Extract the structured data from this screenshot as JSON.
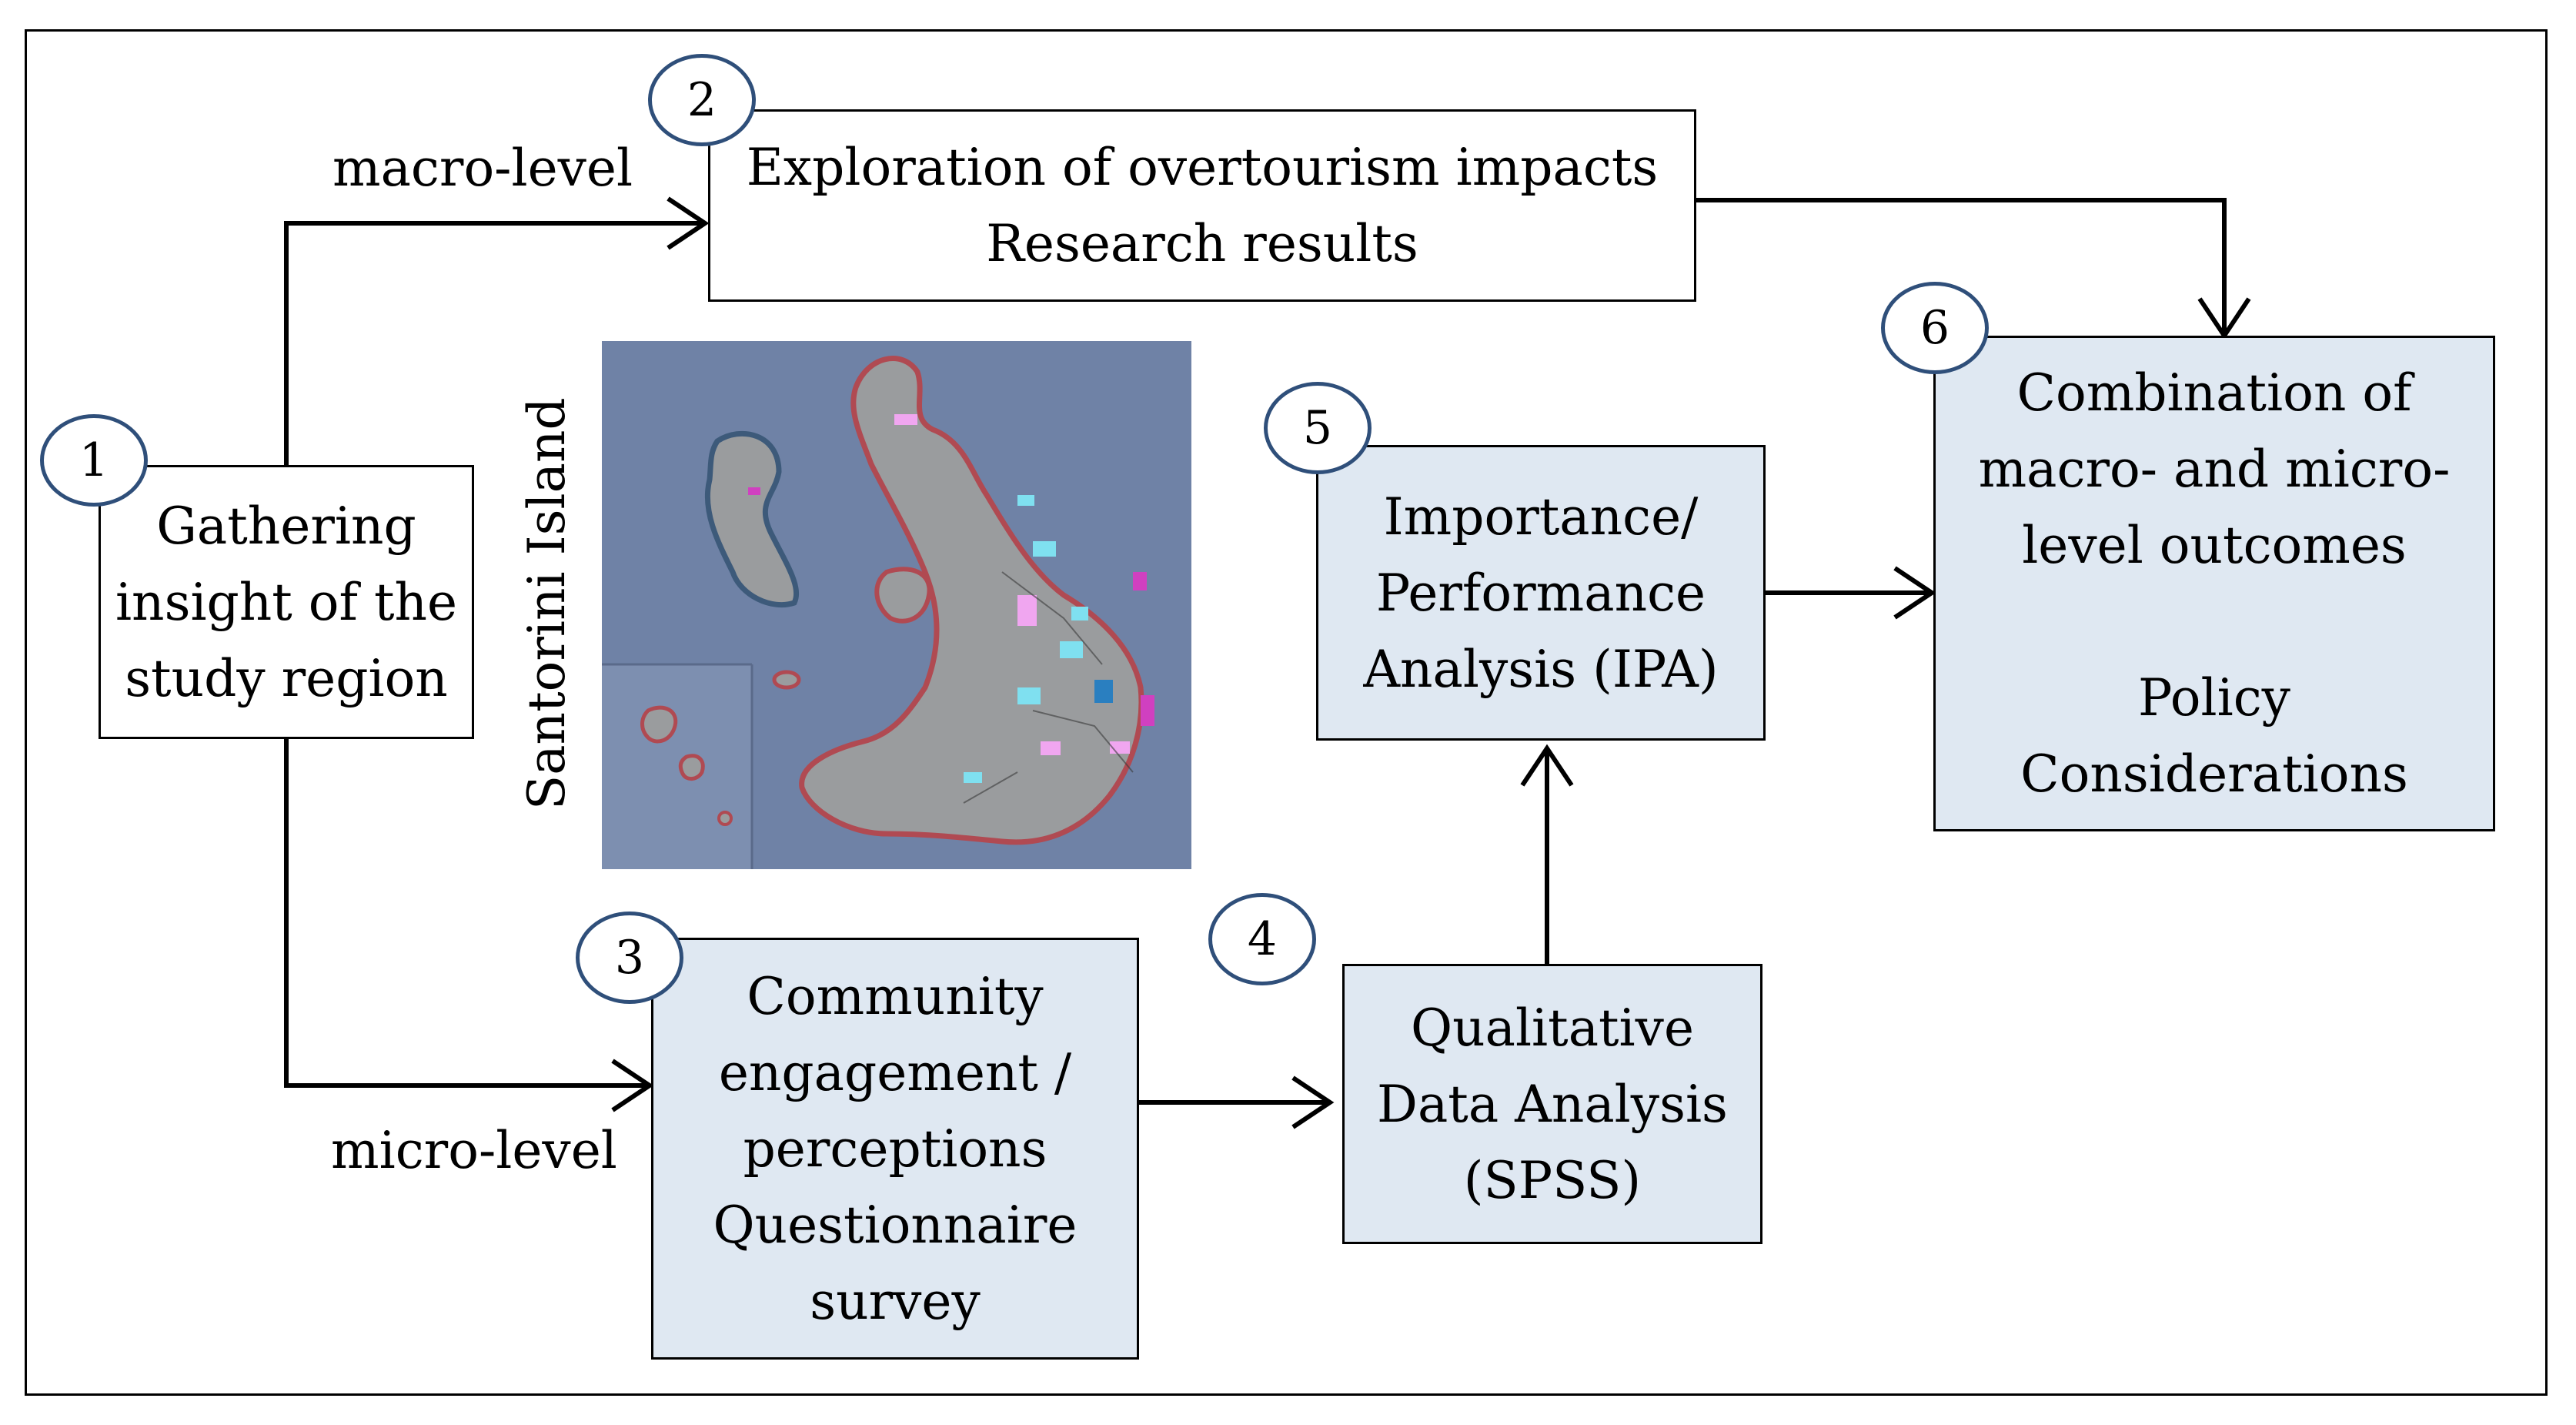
{
  "labels": {
    "macro_level": "macro-level",
    "micro_level": "micro-level",
    "map_caption": "Santorini Island"
  },
  "steps": [
    {
      "number": "1",
      "lines": [
        "Gathering",
        "insight of the",
        "study region"
      ]
    },
    {
      "number": "2",
      "lines": [
        "Exploration of overtourism impacts",
        "Research results"
      ]
    },
    {
      "number": "3",
      "lines": [
        "Community",
        "engagement /",
        "perceptions",
        "Questionnaire",
        "survey"
      ]
    },
    {
      "number": "4",
      "lines": [
        "Qualitative",
        "Data Analysis",
        "(SPSS)"
      ]
    },
    {
      "number": "5",
      "lines": [
        "Importance/",
        "Performance",
        "Analysis (IPA)"
      ]
    },
    {
      "number": "6",
      "lines": [
        "Combination of",
        "macro- and micro-",
        "level outcomes",
        "",
        "Policy",
        "Considerations"
      ]
    }
  ],
  "colors": {
    "box_fill": "#dfe8f2",
    "badge_border": "#2f4f7a",
    "sea": "#6f82a6",
    "island": "#9a9c9e",
    "coast_outline": "#b04a52"
  }
}
